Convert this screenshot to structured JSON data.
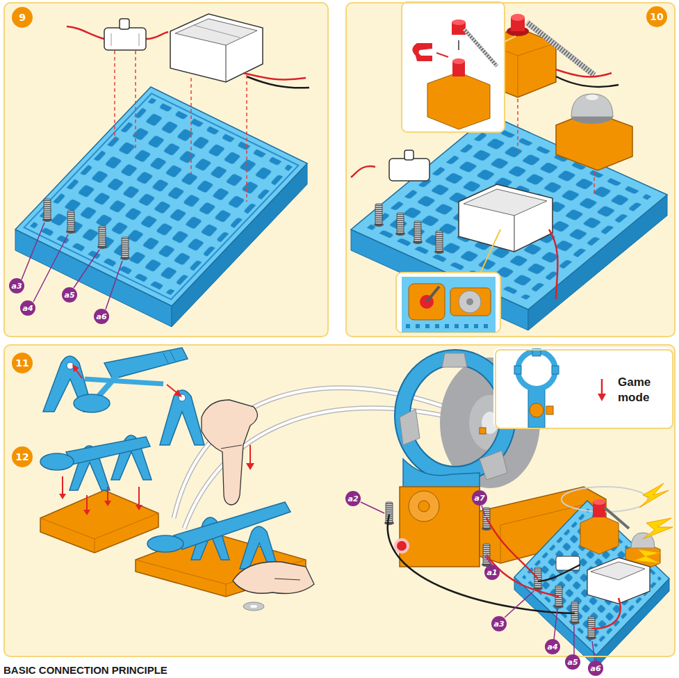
{
  "diagram": {
    "nodes": [
      {
        "text": [
          "9"
        ]
      },
      {
        "text": [
          "10"
        ]
      },
      {
        "text": [
          "11",
          "12"
        ]
      },
      {
        "text": [
          "Game mode"
        ],
        "in": 2
      }
    ],
    "labels": [
      "a3",
      "a4",
      "a5",
      "a6",
      "a2",
      "a7",
      "a1",
      "a3",
      "a4",
      "a5",
      "a6",
      "BASIC CONNECTION PRINCIPLE"
    ]
  }
}
